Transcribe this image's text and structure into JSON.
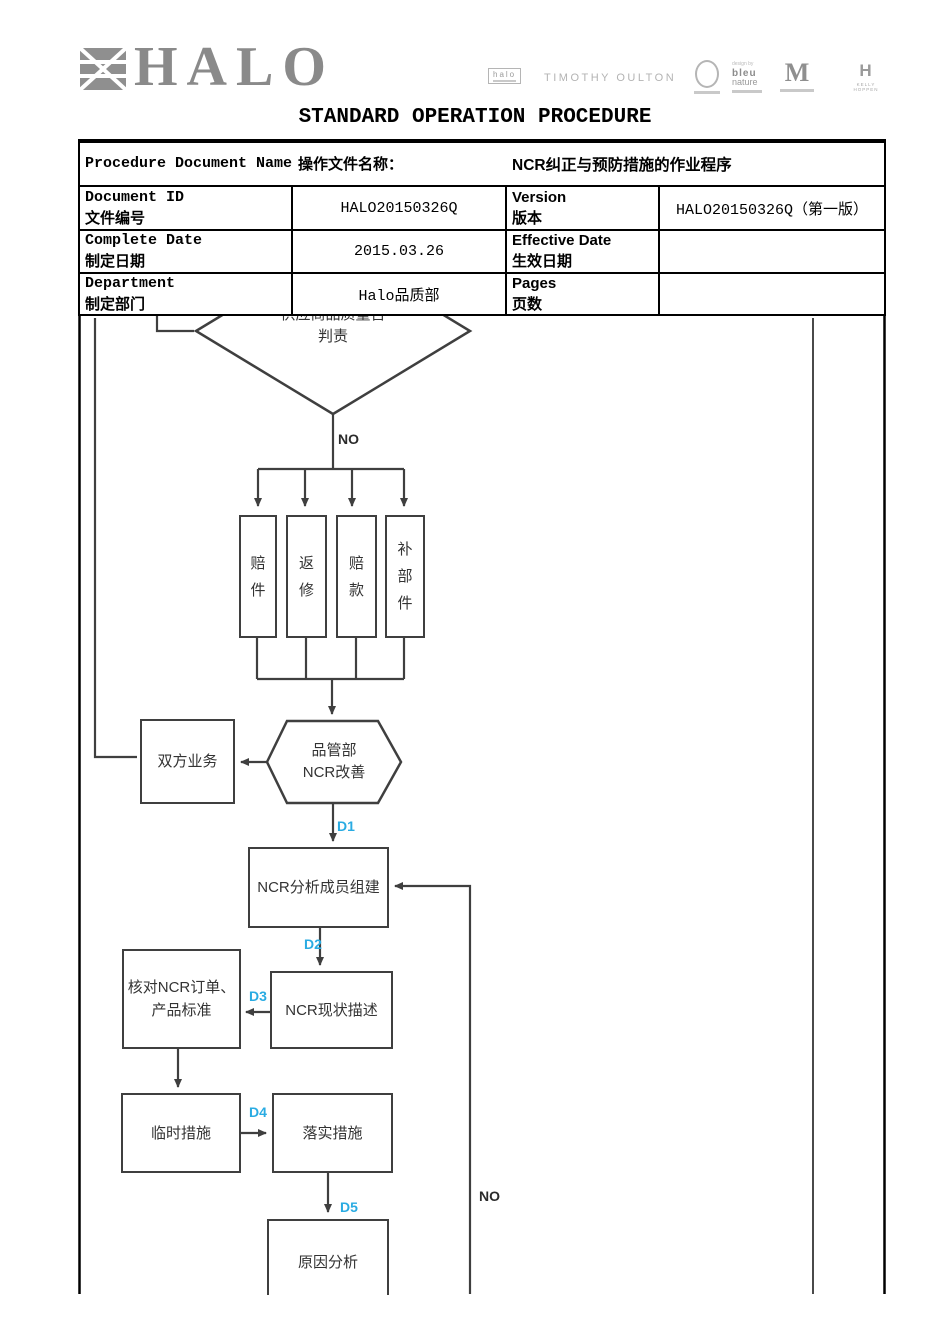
{
  "header": {
    "brand_name": "HALO",
    "partner_logos": {
      "halo_small": "halo",
      "timothy_oulton": "TIMOTHY OULTON",
      "bleu_nature_byline": "design by",
      "bleu_nature_line1": "bleu",
      "bleu_nature_line2": "nature",
      "m_mark": "M",
      "kelly_hoppen_mark": "H",
      "kelly_hoppen": "KELLY HOPPEN"
    }
  },
  "title": "STANDARD OPERATION PROCEDURE",
  "doc_table": {
    "procedure_name": {
      "label_en": "Procedure Document Name",
      "label_zh": "操作文件名称：",
      "value": "NCR纠正与预防措施的作业程序"
    },
    "rows": [
      {
        "left_label_en": "Document ID",
        "left_label_zh": "文件编号",
        "left_value": "HALO20150326Q",
        "right_label_en": "Version",
        "right_label_zh": "版本",
        "right_value": "HALO20150326Q（第一版）"
      },
      {
        "left_label_en": "Complete Date",
        "left_label_zh": "制定日期",
        "left_value": "2015.03.26",
        "right_label_en": "Effective Date",
        "right_label_zh": "生效日期",
        "right_value": ""
      },
      {
        "left_label_en": "Department",
        "left_label_zh": "制定部门",
        "left_value": "Halo品质部",
        "right_label_en": "Pages",
        "right_label_zh": "页数",
        "right_value": ""
      }
    ]
  },
  "flowchart": {
    "decision_judge": {
      "line1": "供应商品质量否",
      "line2": "判责"
    },
    "branch_no_label": "NO",
    "remedies": [
      "赔件",
      "返修",
      "赔款",
      "补部件"
    ],
    "both_parties_box": "双方业务",
    "qc_improve_hex": {
      "line1": "品管部",
      "line2": "NCR改善"
    },
    "team_box": "NCR分析成员组建",
    "check_box": {
      "line1": "核对NCR订单、",
      "line2": "产品标准"
    },
    "status_box": "NCR现状描述",
    "temp_box": "临时措施",
    "implement_box": "落实措施",
    "cause_box": "原因分析",
    "loop_no_label": "NO",
    "step_labels": {
      "d1": "D1",
      "d2": "D2",
      "d3": "D3",
      "d4": "D4",
      "d5": "D5"
    },
    "colors": {
      "connector": "#3f3f3f",
      "step_label": "#29abe2",
      "border": "#000000"
    }
  }
}
